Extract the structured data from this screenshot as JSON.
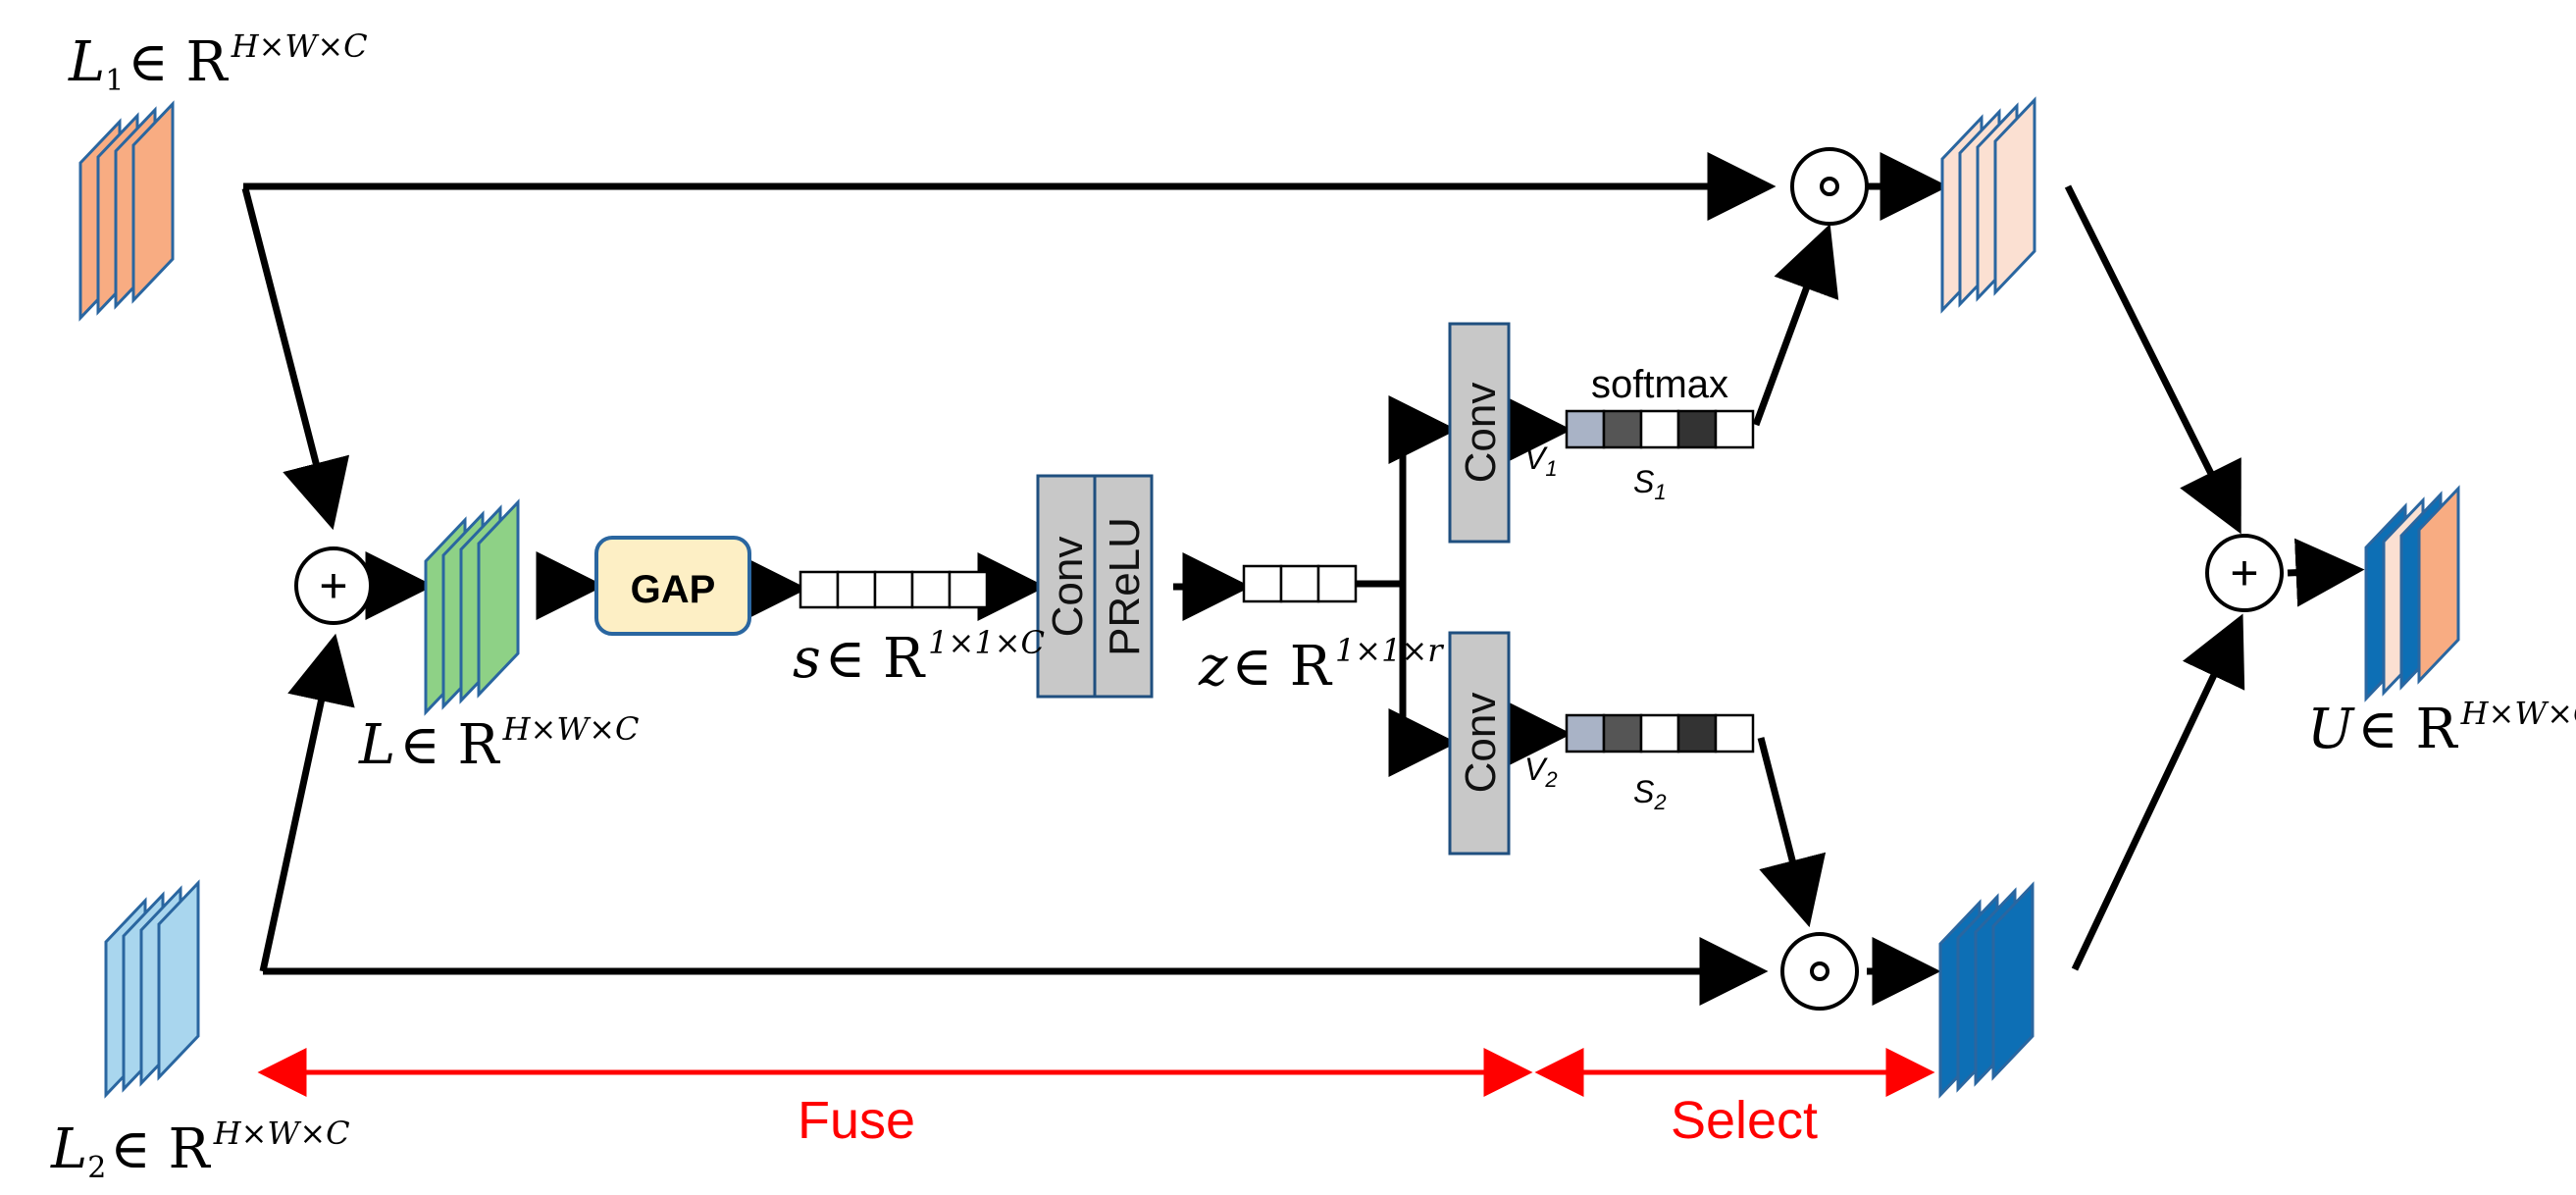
{
  "inputs": {
    "l1": {
      "symbol": "L",
      "sub": "1",
      "set": "∈ R",
      "dims": "H×W×C"
    },
    "l2": {
      "symbol": "L",
      "sub": "2",
      "set": "∈ R",
      "dims": "H×W×C"
    }
  },
  "fused": {
    "symbol": "L",
    "set": "∈ R",
    "dims": "H×W×C"
  },
  "pooled": {
    "symbol": "s",
    "set": "∈ R",
    "dims": "1×1×C"
  },
  "compact": {
    "symbol": "z",
    "set": "∈ R",
    "dims": "1×1×r"
  },
  "output": {
    "symbol": "U",
    "set": "∈ R",
    "dims": "H×W×C"
  },
  "blocks": {
    "gap": "GAP",
    "conv": "Conv",
    "prelu": "PReLU",
    "conv_top": "Conv",
    "conv_bottom": "Conv"
  },
  "vectors": {
    "v1": {
      "symbol": "V",
      "sub": "1"
    },
    "v2": {
      "symbol": "V",
      "sub": "2"
    },
    "s1": {
      "symbol": "S",
      "sub": "1"
    },
    "s2": {
      "symbol": "S",
      "sub": "2"
    },
    "softmax": "softmax"
  },
  "operators": {
    "add": "+",
    "mul": "∘"
  },
  "stages": {
    "fuse": "Fuse",
    "select": "Select"
  },
  "colors": {
    "orange": "#f8ac82",
    "orange_light": "#fbe0d2",
    "green": "#8ed186",
    "blue_light": "#a9d6ee",
    "blue_dark": "#0d6fb5",
    "stack_border": "#2a66a0",
    "gap_fill": "#fdefc5",
    "gap_border": "#2a66a0",
    "block_gray": "#c8c8c8",
    "block_border": "#1f4f7f",
    "red": "#ff0000",
    "cell_gray_1": "#a9b3c6",
    "cell_gray_2": "#555555",
    "cell_dark": "#333333"
  }
}
